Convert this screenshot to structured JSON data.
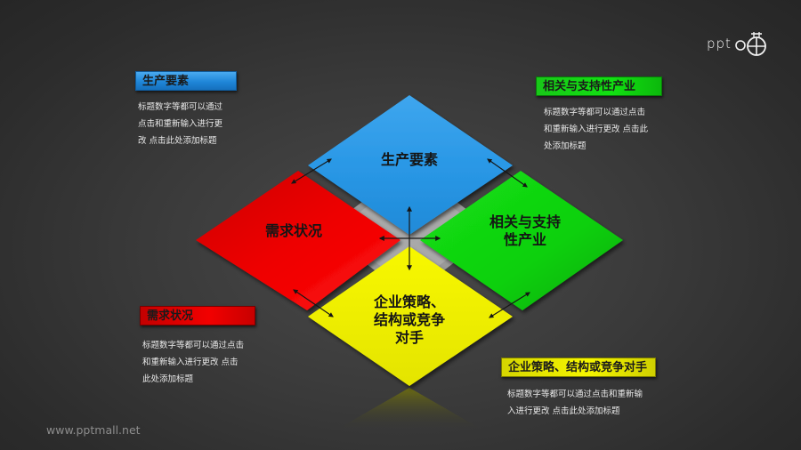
{
  "logo": {
    "text": "PPT",
    "icon": "ppt-logo-icon"
  },
  "watermark": "www.pptmall.net",
  "diamonds": {
    "top": {
      "label": "生产要素",
      "color": "#2a98e6"
    },
    "left": {
      "label": "需求状况",
      "color": "#e80000"
    },
    "right": {
      "label": "相关与支持\n性产业",
      "color": "#10d010"
    },
    "bottom": {
      "label": "企业策略、\n结构或竞争\n对手",
      "color": "#f0f000"
    }
  },
  "callouts": {
    "top_left": {
      "title": "生产要素",
      "text": "标题数字等都可以通过\n点击和重新输入进行更\n改 点击此处添加标题",
      "color": "#1f86d8"
    },
    "top_right": {
      "title": "相关与支持性产业",
      "text": "标题数字等都可以通过点击\n和重新输入进行更改 点击此\n处添加标题",
      "color": "#12d012"
    },
    "bottom_left": {
      "title": "需求状况",
      "text": "标题数字等都可以通过点击\n和重新输入进行更改 点击\n此处添加标题",
      "color": "#e80000"
    },
    "bottom_right": {
      "title": "企业策略、结构或竞争对手",
      "text": "标题数字等都可以通过点击和重新输\n入进行更改 点击此处添加标题",
      "color": "#eaea00"
    }
  }
}
